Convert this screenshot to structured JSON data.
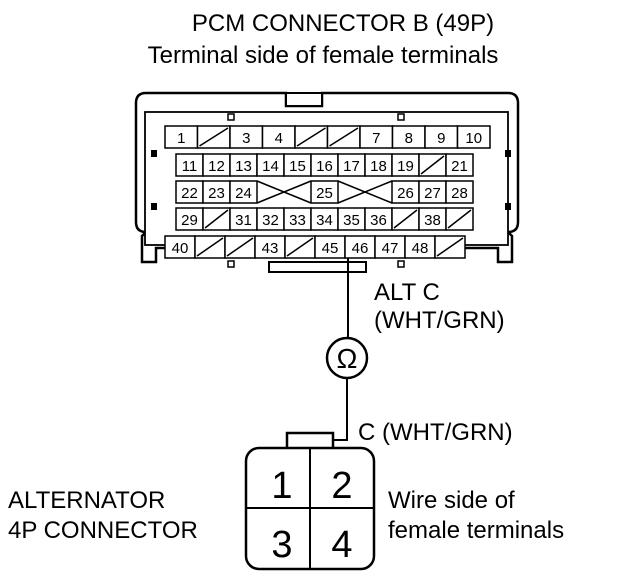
{
  "header": {
    "title": "PCM CONNECTOR B (49P)",
    "subtitle": "Terminal side of female terminals"
  },
  "pcm_connector": {
    "rows": [
      [
        "1",
        "/",
        "3",
        "4",
        "/",
        "/",
        "7",
        "8",
        "9",
        "10"
      ],
      [
        "11",
        "12",
        "13",
        "14",
        "15",
        "16",
        "17",
        "18",
        "19",
        "/",
        "21"
      ],
      [
        "22",
        "23",
        "24",
        "X",
        "25",
        "X",
        "26",
        "27",
        "28"
      ],
      [
        "29",
        "/",
        "31",
        "32",
        "33",
        "34",
        "35",
        "36",
        "/",
        "38",
        "/"
      ],
      [
        "40",
        "/",
        "/",
        "43",
        "/",
        "45",
        "46",
        "47",
        "48",
        "/"
      ]
    ]
  },
  "wires": {
    "alt_c_label_line1": "ALT C",
    "alt_c_label_line2": "(WHT/GRN)",
    "meter_symbol": "Ω",
    "c_label": "C (WHT/GRN)"
  },
  "alternator_connector": {
    "name_line1": "ALTERNATOR",
    "name_line2": "4P CONNECTOR",
    "terminals": [
      "1",
      "2",
      "3",
      "4"
    ],
    "note_line1": "Wire side of",
    "note_line2": "female terminals"
  }
}
